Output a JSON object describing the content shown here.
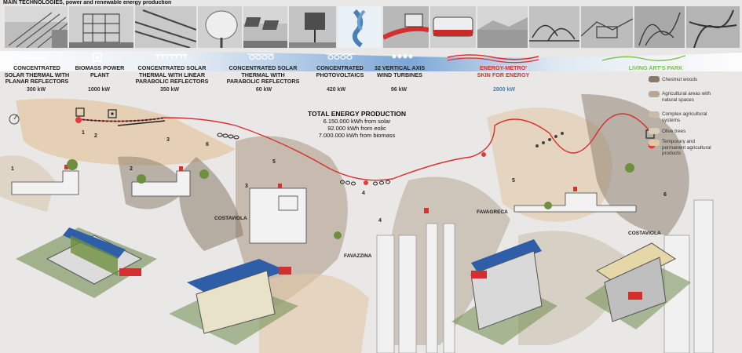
{
  "header": {
    "title": "MAIN TECHNOLOGIES, power and renewable energy production"
  },
  "photos": [
    {
      "name": "photo-solar-planar"
    },
    {
      "name": "photo-biomass-plant"
    },
    {
      "name": "photo-linear-parabolic"
    },
    {
      "name": "photo-parabolic-dish"
    },
    {
      "name": "photo-photovoltaics"
    },
    {
      "name": "photo-wind-turbine"
    },
    {
      "name": "photo-energy-metro-1"
    },
    {
      "name": "photo-energy-metro-2"
    },
    {
      "name": "photo-landscape-1"
    },
    {
      "name": "photo-landscape-2"
    },
    {
      "name": "photo-landscape-3"
    }
  ],
  "technologies": [
    {
      "label_lines": [
        "CONCENTRATED",
        "SOLAR THERMAL WITH",
        "PLANAR REFLECTORS"
      ],
      "power": "300 kW",
      "color": "#222222"
    },
    {
      "label_lines": [
        "BIOMASS POWER",
        "PLANT"
      ],
      "power": "1000 kW",
      "color": "#222222"
    },
    {
      "label_lines": [
        "CONCENTRATED SOLAR",
        "THERMAL WITH LINEAR",
        "PARABOLIC REFLECTORS"
      ],
      "power": "350 kW",
      "color": "#222222"
    },
    {
      "label_lines": [
        "CONCENTRATED SOLAR",
        "THERMAL WITH",
        "PARABOLIC REFLECTORS"
      ],
      "power": "60 kW",
      "color": "#222222"
    },
    {
      "label_lines": [
        "CONCENTRATED",
        "PHOTOVOLTAICS"
      ],
      "power": "420 kW",
      "color": "#222222"
    },
    {
      "label_lines": [
        "32 VERTICAL AXIS",
        "WIND TURBINES"
      ],
      "power": "96 kW",
      "color": "#222222"
    },
    {
      "label_lines": [
        "ENERGY-METRO'",
        "SKIN FOR ENERGY"
      ],
      "power": "2800 kW",
      "color": "#d93030"
    },
    {
      "label_lines": [
        "LIVING ART'S PARK"
      ],
      "power": "",
      "color": "#7cc04a"
    }
  ],
  "total_energy": {
    "title": "TOTAL ENERGY PRODUCTION",
    "lines": [
      "6.150.000 kWh from solar",
      "92.000 kWh from eolic",
      "7.000.000 kWh from biomass"
    ]
  },
  "legend": [
    {
      "label_lines": [
        "Chestnut woods"
      ],
      "color": "#8a7a6a"
    },
    {
      "label_lines": [
        "Agricultural areas with",
        "natural spaces"
      ],
      "color": "#b7a895"
    },
    {
      "label_lines": [
        "Complex agricultural",
        "systems"
      ],
      "color": "#c9bca9"
    },
    {
      "label_lines": [
        "Olive trees"
      ],
      "color": "#d9cdb9"
    },
    {
      "label_lines": [
        "Temporary and",
        "permanent agricultural",
        "products"
      ],
      "color": "#e3c8a6"
    }
  ],
  "places": {
    "costaviola_1": "COSTAVIOLA",
    "favazzina": "FAVAZZINA",
    "favagreca": "FAVAGRECA",
    "costaviola_2": "COSTAVIOLA"
  },
  "path_numbers": [
    "1",
    "2",
    "3",
    "4",
    "5",
    "6"
  ],
  "section_numbers": [
    "1",
    "2",
    "3",
    "4",
    "5",
    "6"
  ]
}
